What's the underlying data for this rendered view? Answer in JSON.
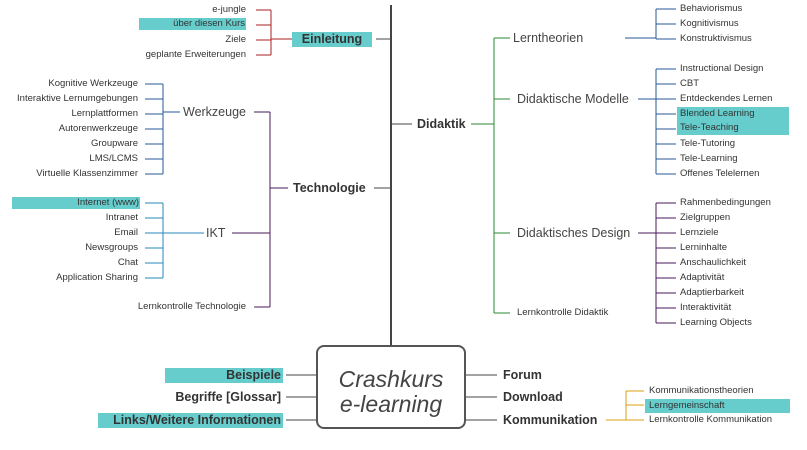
{
  "center": {
    "line1": "Crashkurs",
    "line2": "e-learning"
  },
  "einleitung": {
    "title": "Einleitung",
    "items": [
      "e-jungle",
      "über diesen Kurs",
      "Ziele",
      "geplante Erweiterungen"
    ]
  },
  "technologie": {
    "title": "Technologie",
    "werkzeuge": {
      "title": "Werkzeuge",
      "items": [
        "Kognitive Werkzeuge",
        "Interaktive Lernumgebungen",
        "Lernplattformen",
        "Autorenwerkzeuge",
        "Groupware",
        "LMS/LCMS",
        "Virtuelle Klassenzimmer"
      ]
    },
    "ikt": {
      "title": "IKT",
      "items": [
        "Internet (www)",
        "Intranet",
        "Email",
        "Newsgroups",
        "Chat",
        "Application Sharing"
      ]
    },
    "lernkontrolle": "Lernkontrolle Technologie"
  },
  "didaktik": {
    "title": "Didaktik",
    "lerntheorien": {
      "title": "Lerntheorien",
      "items": [
        "Behaviorismus",
        "Kognitivismus",
        "Konstruktivismus"
      ]
    },
    "modelle": {
      "title": "Didaktische Modelle",
      "items": [
        "Instructional Design",
        "CBT",
        "Entdeckendes Lernen",
        "Blended Learning",
        "Tele-Teaching",
        "Tele-Tutoring",
        "Tele-Learning",
        "Offenes Telelernen"
      ]
    },
    "design": {
      "title": "Didaktisches Design",
      "items": [
        "Rahmenbedingungen",
        "Zielgruppen",
        "Lernziele",
        "Lerninhalte",
        "Anschaulichkeit",
        "Adaptivität",
        "Adaptierbarkeit",
        "Interaktivität",
        "Learning Objects"
      ]
    },
    "lernkontrolle": "Lernkontrolle Didaktik"
  },
  "left_links": {
    "beispiele": "Beispiele",
    "begriffe": "Begriffe [Glossar]",
    "links": "Links/Weitere Informationen"
  },
  "right_links": {
    "forum": "Forum",
    "download": "Download",
    "kommunikation": "Kommunikation"
  },
  "kommunikation_items": [
    "Kommunikationstheorien",
    "Lerngemeinschaft",
    "Lernkontrolle Kommunikation"
  ],
  "colors": {
    "einleitung": "#aa2222",
    "technologie": "#4a1a5a",
    "ikt": "#2a88bb",
    "didaktik": "#2a8833",
    "kommunikation": "#d8a010",
    "highlight": "#66cccc",
    "trunk": "#444444"
  }
}
